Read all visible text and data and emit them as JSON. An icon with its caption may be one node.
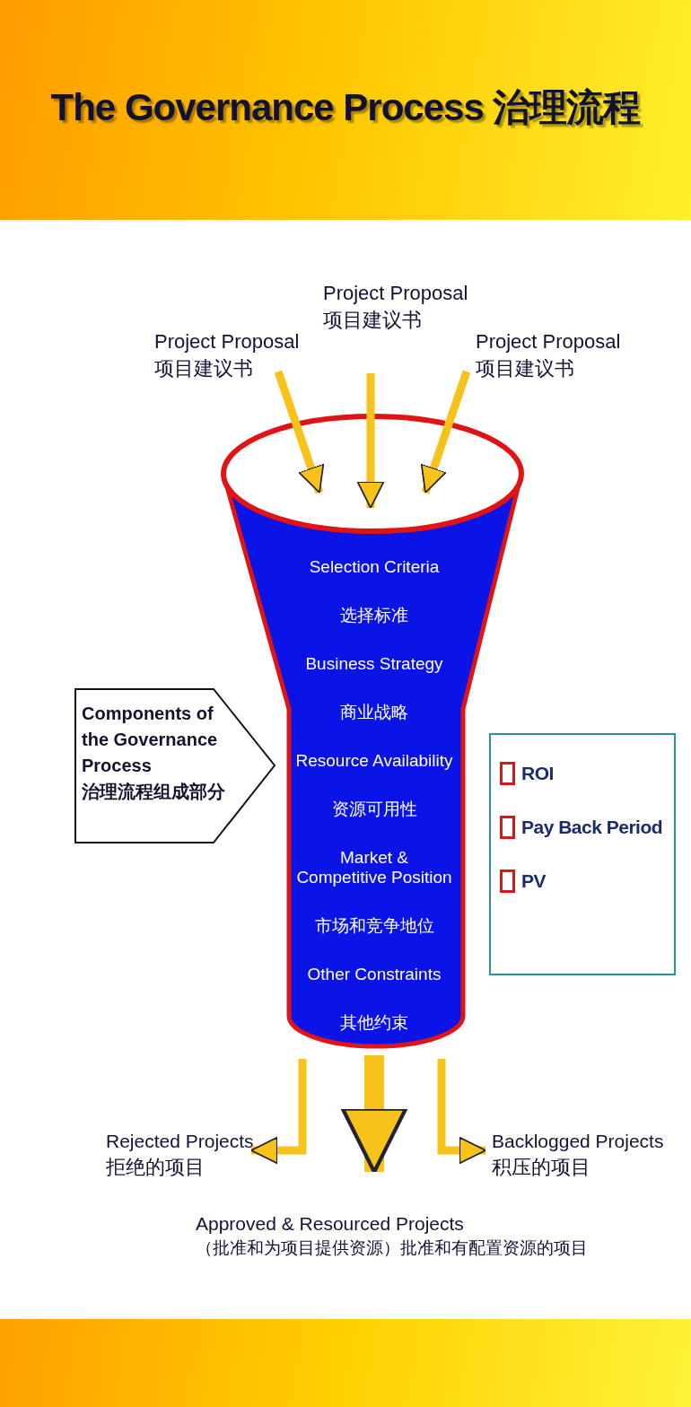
{
  "diagram": {
    "title": "The Governance Process 治理流程",
    "nodes": [
      {
        "text": [
          "Project Proposal",
          "项目建议书"
        ]
      },
      {
        "text": [
          "Project Proposal",
          "项目建议书"
        ]
      },
      {
        "text": [
          "Project Proposal",
          "项目建议书"
        ]
      },
      {
        "text": [
          "Selection Criteria",
          "选择标准",
          "Business Strategy",
          "商业战略",
          "Resource Availability",
          "资源可用性",
          "Market & Competitive Position",
          "市场和竞争地位",
          "Other Constraints",
          "其他约束"
        ]
      },
      {
        "text": [
          "Components of the Governance Process",
          "治理流程组成部分"
        ]
      },
      {
        "text": [
          "ROI",
          "Pay Back Period",
          "PV"
        ]
      },
      {
        "text": [
          "Rejected Projects",
          "拒绝的项目"
        ]
      },
      {
        "text": [
          "Approved & Resourced Projects",
          "（批准和为项目提供资源）批准和有配置资源的项目"
        ]
      },
      {
        "text": [
          "Backlogged Projects",
          "积压的项目"
        ]
      }
    ],
    "edges": [
      {
        "from": 0,
        "to": 3,
        "arrow": "to"
      },
      {
        "from": 1,
        "to": 3,
        "arrow": "to"
      },
      {
        "from": 2,
        "to": 3,
        "arrow": "to"
      },
      {
        "from": 3,
        "to": 6,
        "arrow": "to"
      },
      {
        "from": 3,
        "to": 7,
        "arrow": "to",
        "style": "thick"
      },
      {
        "from": 3,
        "to": 8,
        "arrow": "to"
      }
    ]
  }
}
